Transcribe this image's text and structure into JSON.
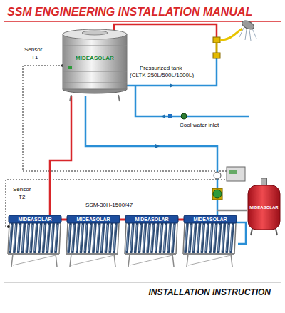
{
  "diagram": {
    "title": "SSM ENGINEERING INSTALLATION MANUAL",
    "caption": "INSTALLATION INSTRUCTION",
    "nodes": [
      {
        "text": [
          "MIDEASOLAR"
        ]
      },
      {
        "text": [
          "MIDEASOLAR"
        ]
      },
      {
        "text": [
          "MIDEASOLAR"
        ]
      },
      {
        "text": [
          "MIDEASOLAR"
        ]
      },
      {
        "text": [
          "MIDEASOLAR"
        ]
      },
      {
        "text": [
          "MIDEASOLAR"
        ]
      }
    ],
    "edges": [
      {
        "from": 2,
        "to": 3,
        "arrow": "none"
      },
      {
        "from": 3,
        "to": 4,
        "arrow": "none"
      },
      {
        "from": 4,
        "to": 5,
        "arrow": "none"
      }
    ],
    "labels": [
      "Sensor",
      "T1",
      "Pressurized tank",
      "(CLTK-250L/500L/1000L)",
      "Cool water inlet",
      "Sensor",
      "T2",
      "SSM-30H-1500/47"
    ]
  }
}
